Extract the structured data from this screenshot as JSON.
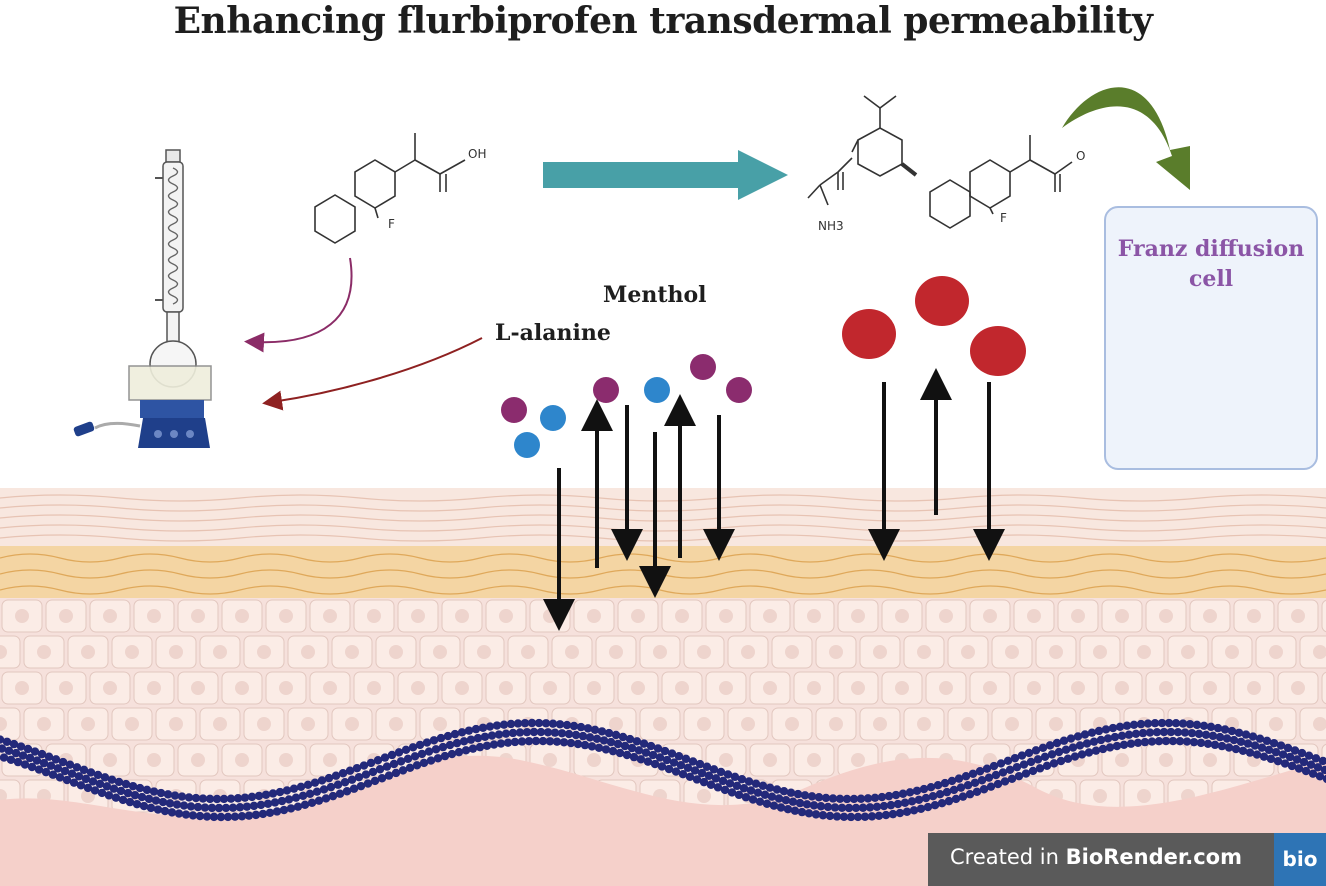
{
  "title": "Enhancing flurbiprofen transdermal permeability",
  "labels": {
    "menthol": "Menthol",
    "alanine": "L-alanine",
    "franz": "Franz diffusion cell"
  },
  "molecules": {
    "flurbiprofen_oh": "OH",
    "flurbiprofen_f": "F",
    "product_f": "F",
    "product_o_minus": "O",
    "product_nh3": "NH3"
  },
  "badge": {
    "prefix": "Created in ",
    "brand": "BioRender.com",
    "logo": "bio"
  },
  "colors": {
    "process_arrow": "#48a0a7",
    "green_arrow": "#5a7d2b",
    "menthol_arrow": "#8b2c67",
    "alanine_arrow": "#8e2121",
    "purple_dot": "#8b2c6e",
    "blue_dot": "#2e86cc",
    "red_dot": "#c1272d",
    "franz_text": "#8b55a6"
  }
}
